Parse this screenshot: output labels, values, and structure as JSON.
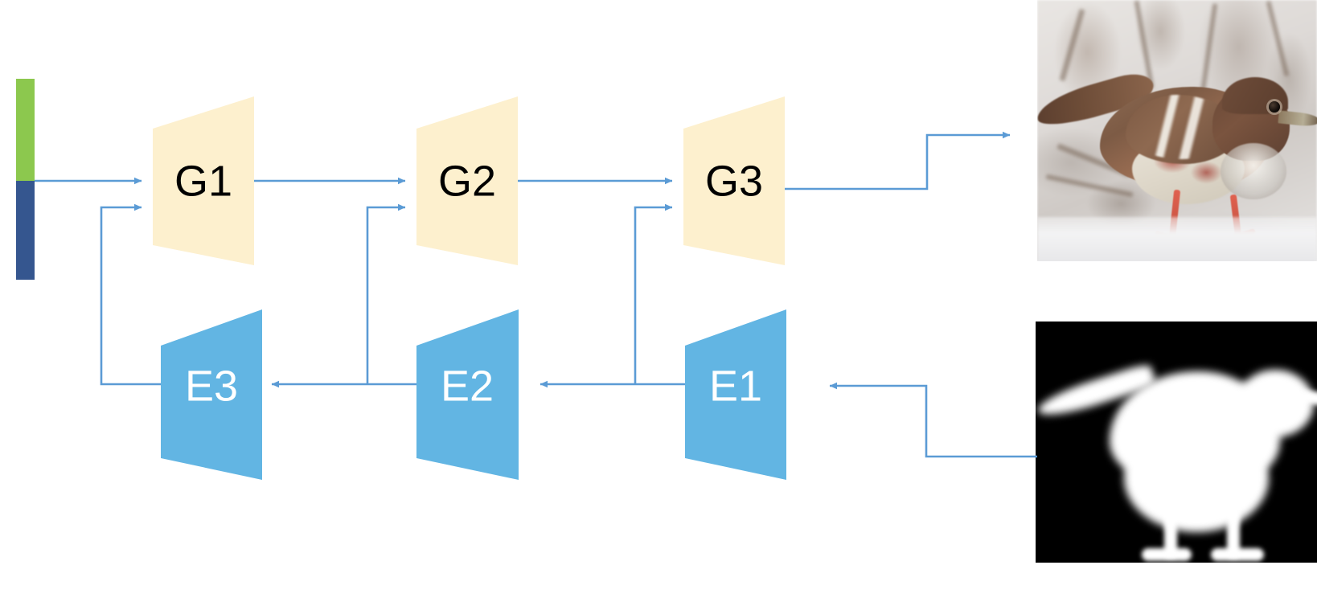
{
  "diagram": {
    "title": "Stacked generator-encoder cascade",
    "background": "#ffffff",
    "colors": {
      "generator_fill": "#FDF0CE",
      "encoder_fill": "#62B5E3",
      "arrow": "#5B9BD5",
      "noise_green": "#8CC84E",
      "noise_blue": "#35568F",
      "generator_label": "#000000",
      "encoder_label": "#FFFFFF"
    },
    "generators": [
      {
        "id": "G1",
        "label": "G1"
      },
      {
        "id": "G2",
        "label": "G2"
      },
      {
        "id": "G3",
        "label": "G3"
      }
    ],
    "encoders": [
      {
        "id": "E1",
        "label": "E1"
      },
      {
        "id": "E2",
        "label": "E2"
      },
      {
        "id": "E3",
        "label": "E3"
      }
    ],
    "noise_vector": {
      "name": "latent-noise-vector",
      "segments": [
        {
          "name": "green-segment",
          "color": "#8CC84E"
        },
        {
          "name": "blue-segment",
          "color": "#35568F"
        }
      ]
    },
    "images": [
      {
        "id": "bird-photo",
        "name": "generated-bird-photo",
        "caption": "Fox sparrow standing on snow, brown streaked plumage, reddish legs"
      },
      {
        "id": "mask-photo",
        "name": "bird-segmentation-mask",
        "caption": "White bird silhouette mask on black background"
      }
    ],
    "edges": [
      {
        "from": "noise-vector",
        "to": "G1",
        "name": "noise-to-g1"
      },
      {
        "from": "G1",
        "to": "G2",
        "name": "g1-to-g2"
      },
      {
        "from": "G2",
        "to": "G3",
        "name": "g2-to-g3"
      },
      {
        "from": "G3",
        "to": "bird-photo",
        "name": "g3-to-output-image"
      },
      {
        "from": "bird-mask",
        "to": "E1",
        "name": "mask-to-e1"
      },
      {
        "from": "E1",
        "to": "E2",
        "name": "e1-to-e2"
      },
      {
        "from": "E2",
        "to": "E3",
        "name": "e2-to-e3"
      },
      {
        "from": "E1",
        "to": "G3",
        "name": "e1-to-g3-skip"
      },
      {
        "from": "E2",
        "to": "G2",
        "name": "e2-to-g2-skip"
      },
      {
        "from": "E3",
        "to": "G1",
        "name": "e3-to-g1-skip"
      }
    ]
  }
}
